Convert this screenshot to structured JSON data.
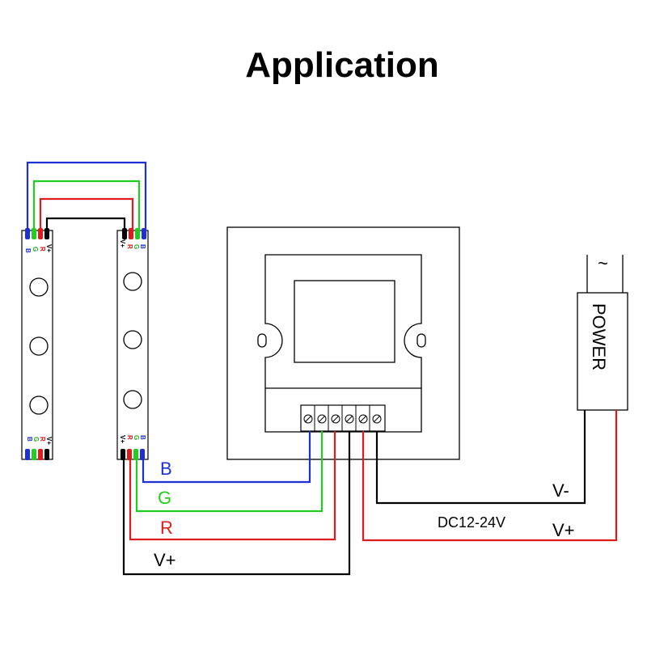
{
  "title": "Application",
  "power_supply": {
    "label": "POWER",
    "ac_symbol": "~"
  },
  "wire_labels": {
    "b": "B",
    "g": "G",
    "r": "R",
    "v_plus_strip": "V+",
    "v_minus_power": "V-",
    "v_plus_power": "V+",
    "voltage": "DC12-24V"
  },
  "strip_pins": [
    "V+",
    "R",
    "G",
    "B"
  ],
  "colors": {
    "blue": "#1f2fd6",
    "green": "#22cc22",
    "red": "#e01b1b",
    "black": "#000000"
  }
}
